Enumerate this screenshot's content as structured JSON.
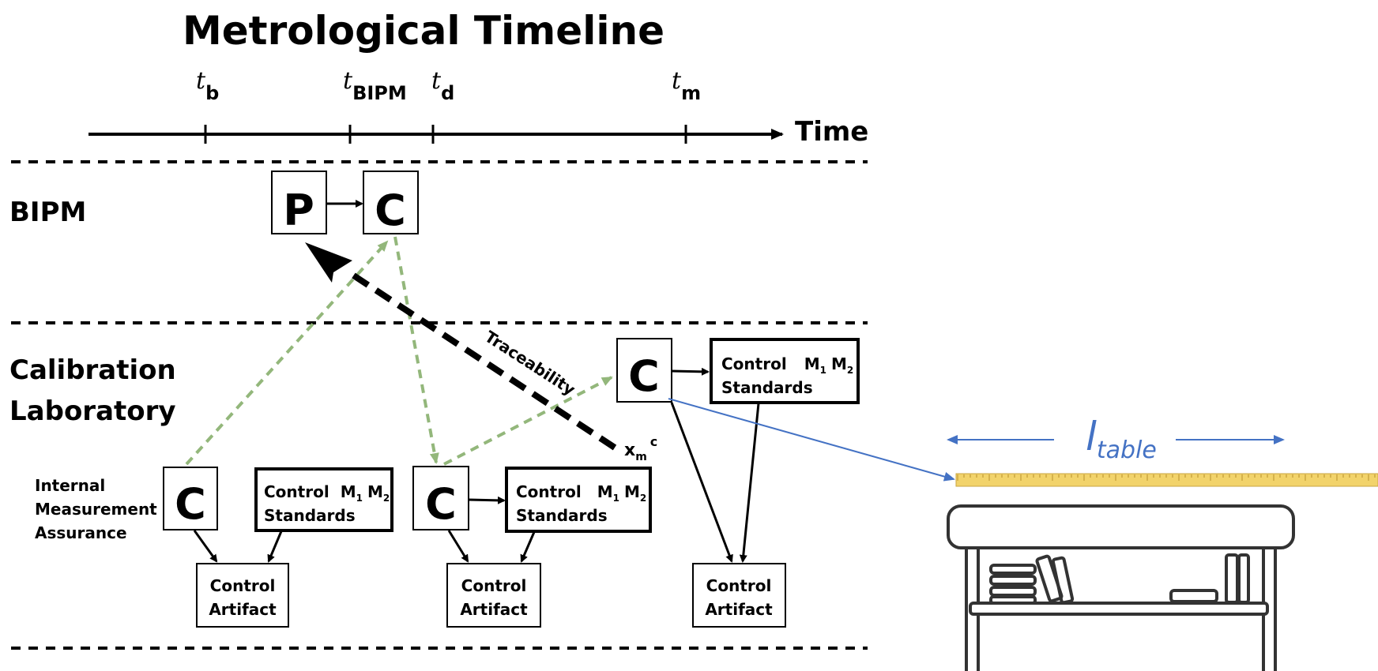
{
  "title": "Metrological Timeline",
  "timeline": {
    "axis_label": "Time",
    "ticks": [
      {
        "base": "t",
        "sub": "b"
      },
      {
        "base": "t",
        "sub": "BIPM"
      },
      {
        "base": "t",
        "sub": "d"
      },
      {
        "base": "t",
        "sub": "m"
      }
    ]
  },
  "rows": {
    "bipm": "BIPM",
    "calibration_line1": "Calibration",
    "calibration_line2": "Laboratory"
  },
  "bipm_boxes": {
    "p": "P",
    "c": "C"
  },
  "ima": {
    "line1": "Internal",
    "line2": "Measurement",
    "line3": "Assurance"
  },
  "box_labels": {
    "c": "C",
    "control": "Control",
    "standards": "Standards",
    "m": "M",
    "sub1": "1",
    "sub2": "2",
    "artifact_line1": "Control",
    "artifact_line2": "Artifact"
  },
  "traceability": "Traceability",
  "xmc": {
    "base": "x",
    "sub": "m",
    "sup": "c"
  },
  "length_label": {
    "base": "l",
    "sub": "table"
  },
  "colors": {
    "black": "#000000",
    "green_dashed": "#93b77b",
    "blue": "#4472c4",
    "ruler": "#f2d36b",
    "ruler_ticks": "#b8902e",
    "desk": "#333333"
  }
}
